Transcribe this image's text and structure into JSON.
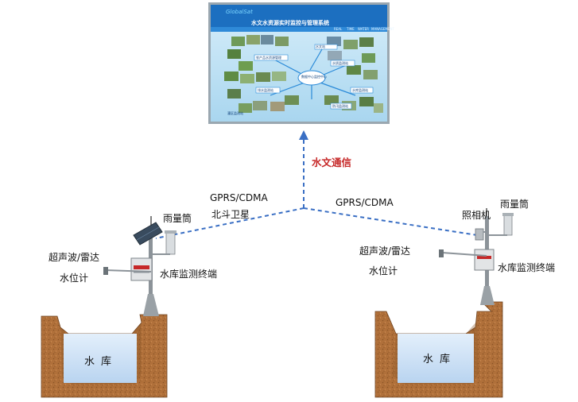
{
  "monitor_screen": {
    "logo": "GlobalSat",
    "title": "水文水资源实时监控与管理系统",
    "sub_labels": [
      "REAL",
      "TIME",
      "WATER",
      "MANAGEMENT"
    ],
    "center_node": "数据中心监控中心",
    "node_labels": [
      "水文站",
      "农产品水资源管理",
      "水质监测站",
      "水库监测站",
      "排水监测站",
      "防汛监测站",
      "灌区监测站"
    ]
  },
  "link_label": "水文通信",
  "left_station": {
    "network_line1": "GPRS/CDMA",
    "network_line2": "北斗卫星",
    "rain_gauge": "雨量筒",
    "level_meter_line1": "超声波/雷达",
    "level_meter_line2": "水位计",
    "terminal": "水库监测终端",
    "reservoir": "水库"
  },
  "right_station": {
    "network_line1": "GPRS/CDMA",
    "camera": "照相机",
    "rain_gauge": "雨量筒",
    "level_meter_line1": "超声波/雷达",
    "level_meter_line2": "水位计",
    "terminal": "水库监测终端",
    "reservoir": "水库"
  },
  "colors": {
    "link_line": "#3a6fc4",
    "link_label": "#c62828",
    "soil": "#b0703a",
    "water": "#c9dff6",
    "screen_bg": "#bfe2f4",
    "screen_header": "#1c6fc0"
  }
}
